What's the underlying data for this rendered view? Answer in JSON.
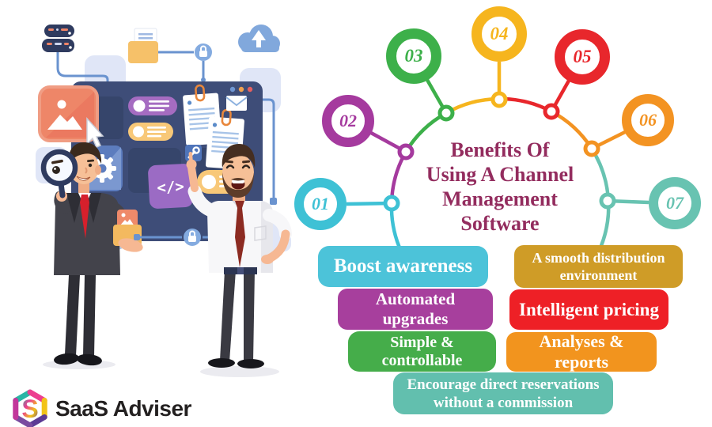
{
  "brand": {
    "name": "SaaS Adviser",
    "mark_letter": "S"
  },
  "title": {
    "lines": [
      "Benefits Of",
      "Using A Channel",
      "Management",
      "Software"
    ],
    "color": "#932c5e"
  },
  "steps": [
    {
      "num": "01",
      "color": "#3ec1d5"
    },
    {
      "num": "02",
      "color": "#a53a9e"
    },
    {
      "num": "03",
      "color": "#3db04a"
    },
    {
      "num": "04",
      "color": "#f6b51e"
    },
    {
      "num": "05",
      "color": "#e8272c"
    },
    {
      "num": "06",
      "color": "#f39322"
    },
    {
      "num": "07",
      "color": "#68c3b1"
    }
  ],
  "benefits": [
    {
      "label": "Boost awareness",
      "color": "#4cc3d9"
    },
    {
      "label": "A smooth distribution environment",
      "color": "#cf9c27"
    },
    {
      "label": "Automated upgrades",
      "color": "#a73f9d"
    },
    {
      "label": "Intelligent pricing",
      "color": "#ee2026"
    },
    {
      "label": "Simple & controllable",
      "color": "#45ad4a"
    },
    {
      "label": "Analyses & reports",
      "color": "#f2941e"
    },
    {
      "label": "Encourage direct reservations without a commission",
      "color": "#62bfae"
    }
  ],
  "illustration": {
    "code_symbol": "</>",
    "icons": [
      "server-icon",
      "folder-icon",
      "lock-icon",
      "cloud-upload-icon",
      "dashboard-panel",
      "image-placeholder-icon",
      "cursor-icon",
      "gear-icon",
      "chat-bubble-icon",
      "document-icon",
      "envelope-icon",
      "wrench-icon",
      "code-icon",
      "magnifying-glass-icon"
    ]
  }
}
